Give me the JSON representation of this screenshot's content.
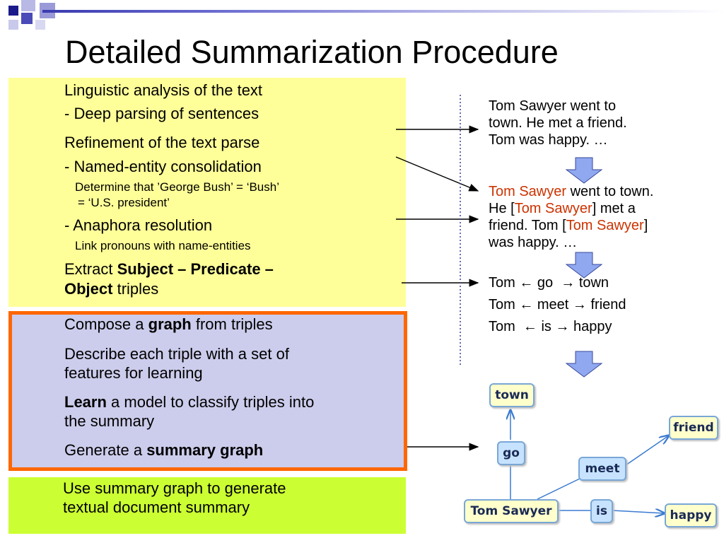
{
  "slide": {
    "title": "Detailed Summarization Procedure"
  },
  "left_panel": {
    "yellow": {
      "line1": "Linguistic analysis of the text",
      "line2": "- Deep parsing of sentences",
      "line3": "Refinement of the text parse",
      "line4": "- Named-entity consolidation",
      "line5": "Determine that ’George Bush’ = ‘Bush’",
      "line6": "= ‘U.S. president’",
      "line7": "- Anaphora resolution",
      "line8": "Link pronouns with name-entities",
      "line9_a": "Extract ",
      "line9_b": "Subject – Predicate –",
      "line10_a": "Object",
      "line10_b": " triples"
    },
    "lilac": {
      "line1_a": "Compose a ",
      "line1_b": "graph",
      "line1_c": " from triples",
      "line2": "Describe each triple with a set of",
      "line3": "features for learning",
      "line4_a": "Learn",
      "line4_b": " a model to classify triples into",
      "line5": "the summary",
      "line6_a": "Generate a ",
      "line6_b": "summary graph"
    },
    "green": {
      "line1": "Use summary graph to generate",
      "line2": "textual document summary"
    }
  },
  "right_panel": {
    "block1": {
      "line1": "Tom Sawyer went to",
      "line2": "town. He met a friend.",
      "line3": "Tom was happy. …"
    },
    "block2": {
      "l1_red": "Tom Sawyer",
      "l1_rest": " went to town.",
      "l2_a": "He [",
      "l2_red": "Tom Sawyer",
      "l2_b": "] met a",
      "l3_a": "friend. Tom [",
      "l3_red": "Tom Sawyer",
      "l3_b": "]",
      "l4": "was happy. …"
    },
    "triples": [
      {
        "subject": "Tom",
        "predicate": "go",
        "object": "town",
        "text": "Tom ← go  → town"
      },
      {
        "subject": "Tom",
        "predicate": "meet",
        "object": "friend",
        "text": "Tom ← meet → friend"
      },
      {
        "subject": "Tom",
        "predicate": "is",
        "object": "happy",
        "text": "Tom  ← is → happy"
      }
    ],
    "graph_nodes": {
      "town": "town",
      "go": "go",
      "meet": "meet",
      "friend": "friend",
      "tom_sawyer": "Tom Sawyer",
      "is": "is",
      "happy": "happy"
    }
  },
  "colors": {
    "yellow_box": "#ffff99",
    "lilac_box": "#ccccec",
    "lilac_border": "#ff6600",
    "green_box": "#ccff33",
    "highlight_red": "#cc3300",
    "arrow_fill": "#8fa8f0",
    "node_fill": "#ffffcc",
    "node_blue_fill": "#c6e2ff",
    "node_border": "#79a7d6"
  }
}
